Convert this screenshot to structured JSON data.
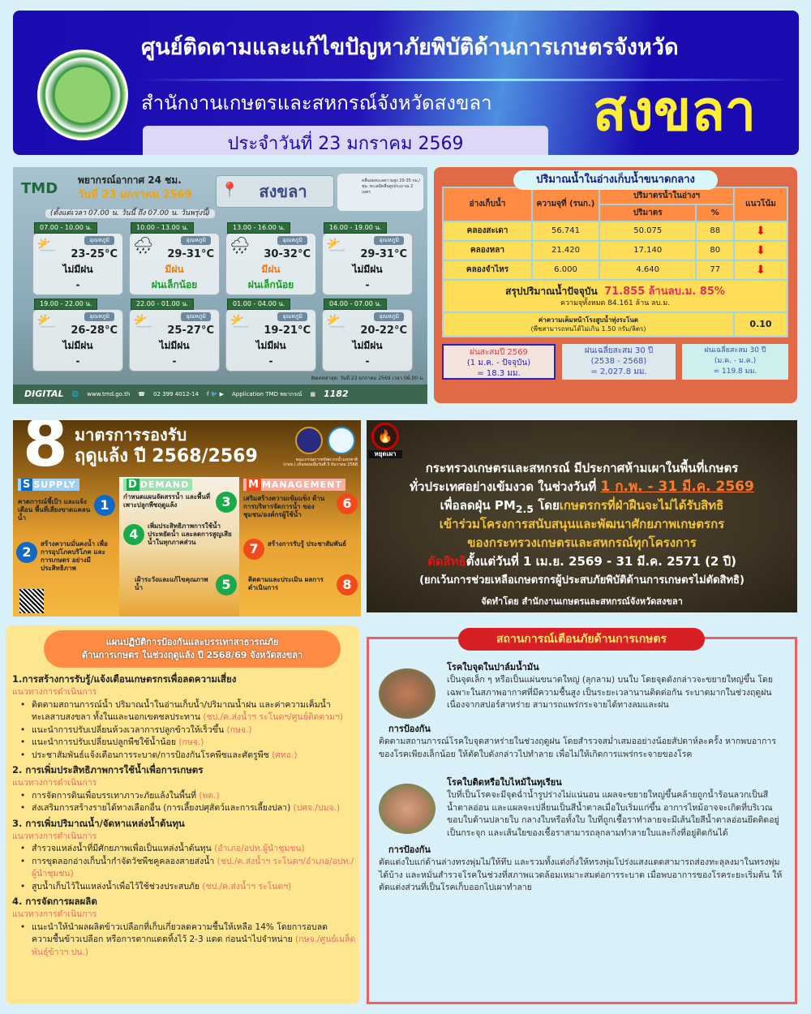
{
  "header": {
    "title": "ศูนย์ติดตามและแก้ไขปัญหาภัยพิบัติด้านการเกษตรจังหวัด",
    "office": "สำนักงานเกษตรและสหกรณ์จังหวัดสงขลา",
    "date": "ประจำวันที่ 23 มกราคม 2569",
    "province": "สงขลา"
  },
  "weather": {
    "brand": "TMD",
    "title": "พยากรณ์อากาศ 24 ชม.",
    "date": "วันที่ 23 มกราคม 2569",
    "period": "(ตั้งแต่เวลา 07.00 น. วันนี้ ถึง 07.00 น. วันพรุ่งนี้)",
    "province": "สงขลา",
    "note": "คลื่นลมทะเลความสูง 20-35 กม./ชม. ทะเลมีคลื่นสูงประมาณ 2 เมตร",
    "temp_label": "อุณหภูมิ",
    "slots": [
      {
        "time": "07.00 - 10.00 น.",
        "icon": "partly-cloudy",
        "temp": "23-25°C",
        "rain": "ไม่มีฝน",
        "detail": "-"
      },
      {
        "time": "10.00 - 13.00 น.",
        "icon": "rain-cloud",
        "temp": "29-31°C",
        "rain": "มีฝน",
        "detail": "ฝนเล็กน้อย"
      },
      {
        "time": "13.00 - 16.00 น.",
        "icon": "rain-cloud",
        "temp": "30-32°C",
        "rain": "มีฝน",
        "detail": "ฝนเล็กน้อย"
      },
      {
        "time": "16.00 - 19.00 น.",
        "icon": "partly-cloudy",
        "temp": "29-31°C",
        "rain": "ไม่มีฝน",
        "detail": "-"
      },
      {
        "time": "19.00 - 22.00 น.",
        "icon": "partly-cloudy",
        "temp": "26-28°C",
        "rain": "ไม่มีฝน",
        "detail": "-"
      },
      {
        "time": "22.00 - 01.00 น.",
        "icon": "partly-cloudy",
        "temp": "25-27°C",
        "rain": "ไม่มีฝน",
        "detail": "-"
      },
      {
        "time": "01.00 - 04.00 น.",
        "icon": "partly-cloudy",
        "temp": "19-21°C",
        "rain": "ไม่มีฝน",
        "detail": "-"
      },
      {
        "time": "04.00 - 07.00 น.",
        "icon": "partly-cloudy",
        "temp": "20-22°C",
        "rain": "ไม่มีฝน",
        "detail": "-"
      }
    ],
    "updated": "อัพเดทล่าสุด: วันที่ 23 มกราคม 2569 เวลา 06.00 น.",
    "footer": {
      "platform": "DIGITAL",
      "web": "www.tmd.go.th",
      "phone": "02 399 4012-14",
      "app": "Application TMD พยากรณ์",
      "hotline": "1182"
    }
  },
  "reservoir": {
    "title": "ปริมาณน้ำในอ่างเก็บน้ำขนาดกลาง",
    "headers": {
      "name": "อ่างเก็บน้ำ",
      "capacity": "ความจุที่ (รนก.)",
      "volume_group": "ปริมาตรน้ำในอ่างฯ",
      "volume": "ปริมาตร",
      "percent": "%",
      "trend": "แนวโน้ม"
    },
    "rows": [
      {
        "name": "คลองสะเดา",
        "capacity": "56.741",
        "volume": "50.075",
        "percent": "88",
        "trend": "down"
      },
      {
        "name": "คลองหลา",
        "capacity": "21.420",
        "volume": "17.140",
        "percent": "80",
        "trend": "down"
      },
      {
        "name": "คลองจำไหร",
        "capacity": "6.000",
        "volume": "4.640",
        "percent": "77",
        "trend": "down"
      }
    ],
    "summary_label": "สรุปปริมาณน้ำปัจจุบัน",
    "summary_value": "71.855",
    "summary_unit": "ล้านลบ.ม. 85%",
    "total": "ความจุทั้งหมด 84.161 ล้าน ลบ.ม.",
    "salinity_label": "ค่าความเค็มหน้าโรงสูบน้ำทุ่งระโนด",
    "salinity_note": "(พืชสามารถทนได้ไม่เกิน 1.50 กรัม/ลิตร)",
    "salinity_value": "0.10",
    "rain": [
      {
        "l1": "ฝนสะสมปี 2569",
        "l2": "(1 ม.ค. - ปัจจุบัน)",
        "l3": "= 18.3 มม."
      },
      {
        "l1": "ฝนเฉลี่ยสะสม 30 ปี",
        "l2": "(2538 - 2568)",
        "l3": "= 2,027.8 มม."
      },
      {
        "l1": "ฝนเฉลี่ยสะสม 30 ปี",
        "l2": "(ม.ค. - ม.ค.)",
        "l3": "= 119.8 มม."
      }
    ]
  },
  "measures": {
    "number": "8",
    "title1": "มาตรการรองรับ",
    "title2": "ฤดูแล้ง ปี 2568/2569",
    "note": "คณะกรรมการทรัพยากรน้ำแห่งชาติ (กนช.) เห็นชอบเมื่อวันที่ 3 ธันวาคม 2568",
    "supply": "SUPPLY",
    "demand": "DEMAND",
    "management": "MANAGEMENT",
    "items": [
      {
        "n": "1",
        "text": "คาดการณ์ชี้เป้า และแจ้งเตือน พื้นที่เสี่ยงขาดแคลนน้ำ"
      },
      {
        "n": "2",
        "text": "สร้างความมั่นคงน้ำ เพื่อการอุปโภคบริโภค และการเกษตร อย่างมีประสิทธิภาพ"
      },
      {
        "n": "3",
        "text": "กำหนดแผนจัดสรรน้ำ และพื้นที่เพาะปลูกพืชฤดูแล้ง"
      },
      {
        "n": "4",
        "text": "เพิ่มประสิทธิภาพการใช้น้ำ ประหยัดน้ำ และลดการสูญเสียน้ำในทุกภาคส่วน"
      },
      {
        "n": "5",
        "text": "เฝ้าระวังและแก้ไขคุณภาพน้ำ"
      },
      {
        "n": "6",
        "text": "เสริมสร้างความเข้มแข็ง ด้านการบริหารจัดการน้ำ ของชุมชน/องค์กรผู้ใช้น้ำ"
      },
      {
        "n": "7",
        "text": "สร้างการรับรู้ ประชาสัมพันธ์"
      },
      {
        "n": "8",
        "text": "ติดตามและประเมิน ผลการดำเนินการ"
      }
    ]
  },
  "burn": {
    "line1": "กระทรวงเกษตรและสหกรณ์ มีประกาศห้ามเผาในพื้นที่เกษตร",
    "line2a": "ทั่วประเทศอย่างเข้มงวด ในช่วงวันที่",
    "line2b": "1 ก.พ. - 31 มี.ค. 2569",
    "line3a": "เพื่อลดฝุ่น PM",
    "line3sub": "2.5",
    "line3b": " โดย",
    "line3c": "เกษตรกรที่ฝ่าฝืนจะไม่ได้รับสิทธิ",
    "line4": "เข้าร่วมโครงการสนับสนุนและพัฒนาศักยภาพเกษตรกร",
    "line5": "ของกระทรวงเกษตรและสหกรณ์ทุกโครงการ",
    "line6a": "ตัดสิทธิ",
    "line6b": "ตั้งแต่วันที่ 1 เม.ย. 2569 - 31 มี.ค. 2571 (2 ปี)",
    "line7": "(ยกเว้นการช่วยเหลือเกษตรกรผู้ประสบภัยพิบัติด้านการเกษตรไม่ตัดสิทธิ)",
    "by": "จัดทำโดย   สำนักงานเกษตรและสหกรณ์จังหวัดสงขลา",
    "stop_label": "หยุดเผา"
  },
  "plan": {
    "title1": "แผนปฏิบัติการป้องกันและบรรเทาสาธารณภัย",
    "title2": "ด้านการเกษตร ในช่วงฤดูแล้ง ปี 2568/69 จังหวัดสงขลา",
    "guide": "แนวทางการดำเนินการ",
    "sections": [
      {
        "heading": "1.การสร้างการรับรู้/แจ้งเตือนเกษตรกรเพื่อลดความเสี่ยง",
        "items": [
          {
            "text": "ติดตามสถานการณ์น้ำ ปริมาณน้ำในอ่านเก็บน้ำ/ปริมาณน้ำฝน และค่าความเค็มน้ำทะเลสาบสงขลา ทั้งในและนอกเขตชลประทาน ",
            "agency": "(ชป./ค.ส่งน้ำฯ ระโนดฯ/ศูนย์ติดตามฯ)"
          },
          {
            "text": "แนะนำการปรับเปลี่ยนห้วงเวลาการปลูกข้าวให้เร็วขึ้น ",
            "agency": "(กษจ.)"
          },
          {
            "text": "แนะนำการปรับเปลี่ยนปลูกพืชใช้น้ำน้อย ",
            "agency": "(กษจ.)"
          },
          {
            "text": "ประชาสัมพันธ์แจ้งเตือนการระบาด/การป้องกันโรคพืชและศัตรูพืช ",
            "agency": "(ศทอ.)"
          }
        ]
      },
      {
        "heading": "2. การเพิ่มประสิทธิภาพการใช้น้ำเพื่อการเกษตร",
        "items": [
          {
            "text": "การจัดการดินเพื่อบรรเทาภาวะภัยแล้งในพื้นที่ ",
            "agency": "(พด.)"
          },
          {
            "text": "ส่งเสริมการสร้างรายได้ทางเลือกอื่น (การเลี้ยงปศุสัตว์และการเลี้ยงปลา) ",
            "agency": "(ปศจ./ปมจ.)"
          }
        ]
      },
      {
        "heading": "3. การเพิ่มปริมาณน้ำ/จัดหาแหล่งน้ำต้นทุน",
        "items": [
          {
            "text": "สำรวจแหล่งน้ำที่มีศักยภาพเพื่อเป็นแหล่งน้ำต้นทุน ",
            "agency": "(อำเภอ/อปท.ผู้นำชุมชน)"
          },
          {
            "text": "การขุดลอกอ่างเก็บน้ำกำจัดวัชพืชคูคลองสายส่งน้ำ ",
            "agency": "(ชป./ค.ส่งน้ำฯ ระโนดฯ/อำเภอ/อปท./ผู้นำชุมชน)"
          },
          {
            "text": "สูบน้ำเก็บไว้ในแหล่งน้ำเพื่อไว้ใช้ช่วงประสบภัย ",
            "agency": "(ชป./ค.ส่งน้ำฯ ระโนดฯ)"
          }
        ]
      },
      {
        "heading": "4. การจัดการผลผลิต",
        "items": [
          {
            "text": "แนะนำให้นำผลผลิตข้าวเปลือกที่เก็บเกี่ยวลดความชื้นให้เหลือ 14% โดยการอบลดความชื้นข้าวเปลือก หรือการตากแดดทิ้งไว้ 2-3 แดด ก่อนนำไปจำหน่าย ",
            "agency": "(กษจ./ศูนย์เมล็ดพันธุ์ข้าวฯ ปน.)"
          }
        ]
      }
    ]
  },
  "alerts": {
    "title": "สถานการณ์เตือนภัยด้านการเกษตร",
    "prevent_label": "การป้องกัน",
    "items": [
      {
        "name": "โรคใบจุดในปาล์มน้ำมัน",
        "desc": "เป็นจุดเล็ก ๆ หรือเป็นแผ่นขนาดใหญ่ (ลุกลาม) บนใบ โดยจุดดังกล่าวจะขยายใหญ่ขึ้น โดยเฉพาะในสภาพอากาศที่มีความชื้นสูง เป็นระยะเวลานานติดต่อกัน ระบาดมากในช่วงฤดูฝน เนื่องจากสปอร์สาหร่าย สามารถแพร่กระจายได้ทางลมและฝน",
        "prevent": "ติดตามสถานการณ์โรคใบจุดสาหร่ายในช่วงฤดูฝน โดยสำรวจสม่ำเสมออย่างน้อยสัปดาห์ละครั้ง หากพบอาการของโรคเพียงเล็กน้อย ให้ตัดใบดังกล่าวไปทำลาย เพื่อไม่ให้เกิดการแพร่กระจายของโรค"
      },
      {
        "name": "โรคใบติดหรือใบไหม้ในทุเรียน",
        "desc": "ใบที่เป็นโรคจะมีจุดฉ่ำน้ำรูปร่างไม่แน่นอน แผลจะขยายใหญ่ขึ้นคล้ายถูกน้ำร้อนลวกเป็นสีน้ำตาลอ่อน และแผลจะเปลี่ยนเป็นสีน้ำตาลเมื่อใบเริ่มแก่ขึ้น อาการไหม้อาจจะเกิดที่บริเวณขอบใบด้านปลายใบ กลางใบหรือทั้งใบ ใบที่ถูกเชื้อราทำลายจะมีเส้นใยสีน้ำตาลอ่อนยึดติดอยู่เป็นกระจุก และเส้นใยของเชื้อราสามารถลุกลามทำลายใบและกิ่งที่อยู่ติดกันได้",
        "prevent": "ตัดแต่งใบแก่ด้านล่างทรงพุ่มไม่ให้ทึบ และรวมทั้งแต่งกิ่งให้ทรงพุ่มโปร่งแสงแดดสามารถส่องทะลุลงมาในทรงพุ่มได้บ้าง และหมั่นสำรวจโรคในช่วงที่สภาพแวดล้อมเหมาะสมต่อการระบาด เมื่อพบอาการของโรคระยะเริ่มต้น ให้ตัดแต่งส่วนที่เป็นโรคเก็บออกไปเผาทำลาย"
      }
    ]
  },
  "colors": {
    "background": "#d9f0f8",
    "header_blue": "#1a0bb0",
    "province_yellow": "#ffee33",
    "reservoir_bg": "#e06a45",
    "table_header": "#ff8c42",
    "table_cell": "#ffde57",
    "plan_bg": "#fde68f",
    "alert_red": "#d81f26",
    "agency_red": "#ee6a6a"
  }
}
